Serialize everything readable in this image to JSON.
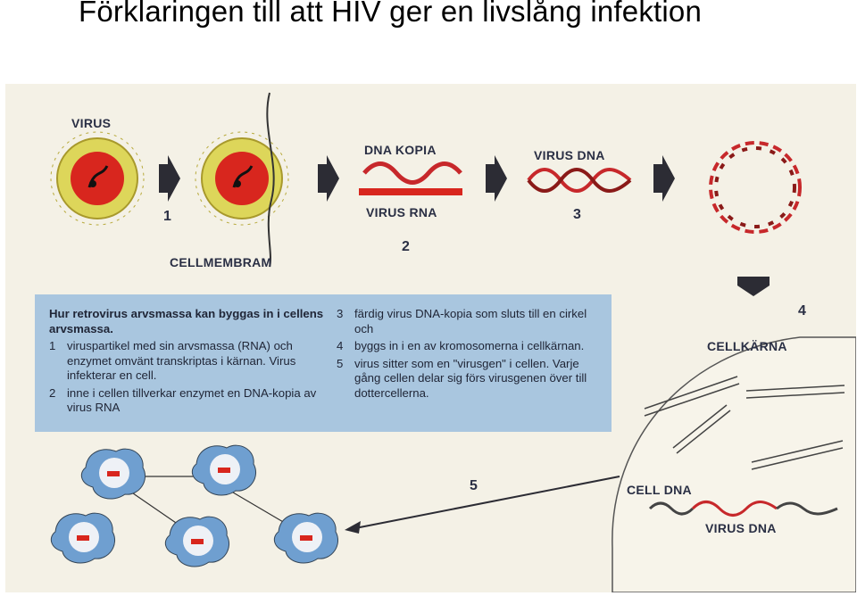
{
  "title": "Förklaringen till att HIV ger en livslång infektion",
  "diagram": {
    "labels": {
      "virus": "VIRUS",
      "cellmembram": "CELLMEMBRAM",
      "dna_kopia": "DNA KOPIA",
      "virus_rna": "VIRUS RNA",
      "virus_dna_top": "VIRUS DNA",
      "cellkarna": "CELLKÄRNA",
      "cell_dna": "CELL DNA",
      "virus_dna_bottom": "VIRUS DNA"
    },
    "step_numbers": {
      "n1": "1",
      "n2": "2",
      "n3": "3",
      "n4": "4",
      "n5": "5"
    },
    "legend": {
      "heading": "Hur retrovirus arvsmassa kan byggas in i cellens arvsmassa.",
      "items": [
        {
          "num": "1",
          "text": "viruspartikel med sin arvsmassa (RNA) och enzymet omvänt transkriptas i kärnan. Virus infekterar en cell."
        },
        {
          "num": "2",
          "text": "inne i cellen tillverkar enzymet en DNA-kopia av virus RNA"
        },
        {
          "num": "3",
          "text": "färdig virus DNA-kopia som sluts till en cirkel och"
        },
        {
          "num": "4",
          "text": "byggs in i en av kromosomerna i cellkärnan."
        },
        {
          "num": "5",
          "text": "virus sitter som en \"virusgen\" i cellen. Varje gång cellen delar sig förs virusgenen över till dottercellerna."
        }
      ]
    },
    "colors": {
      "panel": "#f4f1e6",
      "virus_coat": "#ddd65a",
      "virus_core": "#d8261e",
      "legend_bg": "#a9c6df",
      "arrow": "#2c2c34",
      "cell_blue": "#6f9fd0",
      "text": "#2a2f44"
    }
  }
}
